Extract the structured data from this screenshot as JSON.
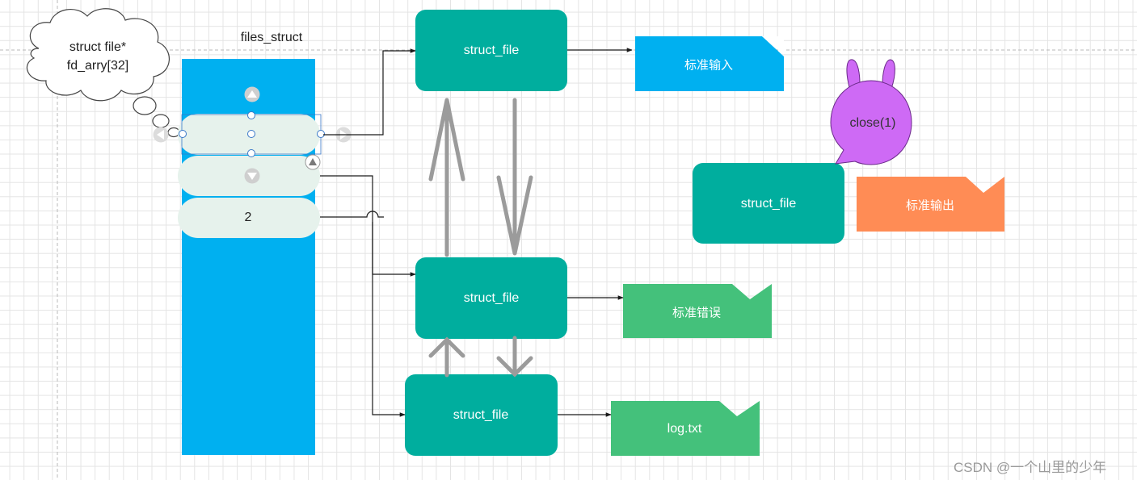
{
  "cloud": {
    "line1": "struct file*",
    "line2": "fd_arry[32]"
  },
  "column_title": "files_struct",
  "slots": [
    {
      "label": ""
    },
    {
      "label": ""
    },
    {
      "label": "2"
    }
  ],
  "nodes": {
    "top": "struct_file",
    "middle": "struct_file",
    "bottom": "struct_file",
    "right": "struct_file"
  },
  "tags": {
    "stdin": "标准输入",
    "stdout": "标准输出",
    "stderr": "标准错误",
    "log": "log.txt"
  },
  "bubble": "close(1)",
  "watermark": "CSDN @一个山里的少年",
  "colors": {
    "column": "#00B0F0",
    "node": "#00AE9E",
    "slot": "#E6F2EC",
    "stdin_tag": "#00B0F0",
    "stdout_tag": "#FF8C55",
    "stderr_tag": "#44C17B",
    "bubble": "#CE6AF5",
    "arrow_gray": "#9B9B9B"
  }
}
